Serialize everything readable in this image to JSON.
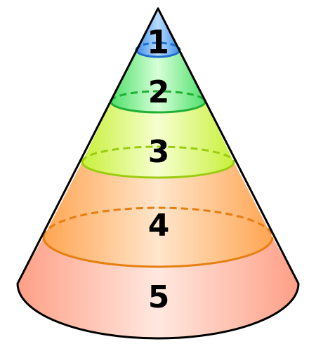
{
  "diagram": {
    "bands": [
      {
        "label": "1",
        "fill_light": "#b8dcff",
        "fill_dark": "#3f8fe8",
        "rim": "#1f6fd0"
      },
      {
        "label": "2",
        "fill_light": "#d6ffd8",
        "fill_dark": "#4fe06a",
        "rim": "#1fb035"
      },
      {
        "label": "3",
        "fill_light": "#f6ffd0",
        "fill_dark": "#c8f03a",
        "rim": "#9ccc10"
      },
      {
        "label": "4",
        "fill_light": "#ffe6cc",
        "fill_dark": "#ffa552",
        "rim": "#e57f10"
      },
      {
        "label": "5",
        "fill_light": "#ffe8e0",
        "fill_dark": "#ff9f86",
        "rim": "#111111"
      }
    ]
  }
}
